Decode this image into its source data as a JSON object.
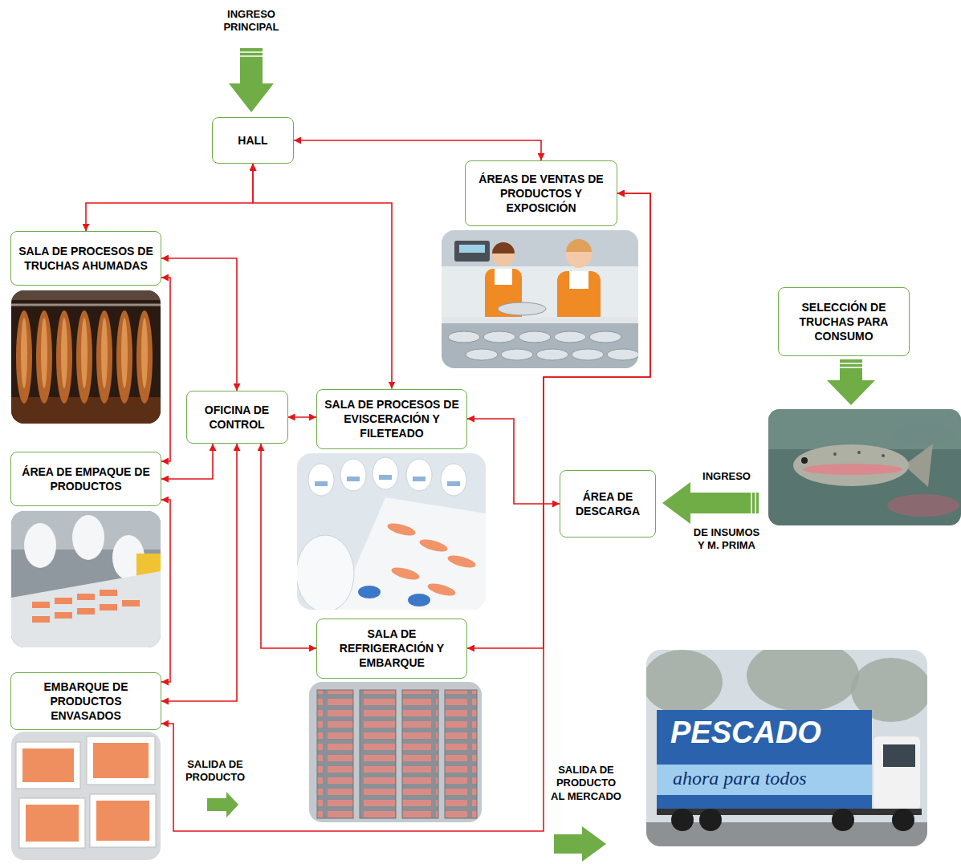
{
  "diagram": {
    "nodes": [
      {
        "text": [
          "HALL"
        ]
      },
      {
        "text": [
          "ÁREAS DE VENTAS DE PRODUCTOS Y EXPOSICIÓN"
        ]
      },
      {
        "text": [
          "SALA DE PROCESOS DE TRUCHAS AHUMADAS"
        ]
      },
      {
        "text": [
          "SELECCIÓN DE TRUCHAS PARA CONSUMO"
        ]
      },
      {
        "text": [
          "OFICINA DE CONTROL"
        ]
      },
      {
        "text": [
          "SALA DE PROCESOS DE EVISCERACIÓN Y FILETEADO"
        ]
      },
      {
        "text": [
          "ÁREA DE EMPAQUE DE PRODUCTOS"
        ]
      },
      {
        "text": [
          "ÁREA DE DESCARGA"
        ]
      },
      {
        "text": [
          "SALA DE REFRIGERACIÓN Y EMBARQUE"
        ]
      },
      {
        "text": [
          "EMBARQUE DE PRODUCTOS ENVASADOS"
        ]
      }
    ],
    "edges": [
      {
        "from": 0,
        "to": 1,
        "arrow": "both"
      },
      {
        "from": 0,
        "to": 2,
        "arrow": "both"
      },
      {
        "from": 0,
        "to": 5,
        "arrow": "both"
      },
      {
        "from": 2,
        "to": 4,
        "arrow": "both"
      },
      {
        "from": 4,
        "to": 5,
        "arrow": "both"
      },
      {
        "from": 2,
        "to": 6,
        "arrow": "both"
      },
      {
        "from": 6,
        "to": 4,
        "arrow": "both"
      },
      {
        "from": 6,
        "to": 9,
        "arrow": "both"
      },
      {
        "from": 9,
        "to": 4,
        "arrow": "both"
      },
      {
        "from": 4,
        "to": 8,
        "arrow": "both"
      },
      {
        "from": 5,
        "to": 7,
        "arrow": "both"
      },
      {
        "from": 8,
        "to": 1,
        "arrow": "both"
      },
      {
        "from": 9,
        "to": 1,
        "arrow": "both"
      }
    ],
    "labels": [
      "INGRESO PRINCIPAL",
      "INGRESO",
      "DE INSUMOS Y M. PRIMA",
      "SALIDA DE PRODUCTO",
      "SALIDA DE PRODUCTO AL MERCADO",
      "PESCADO",
      "ahora para todos"
    ]
  }
}
